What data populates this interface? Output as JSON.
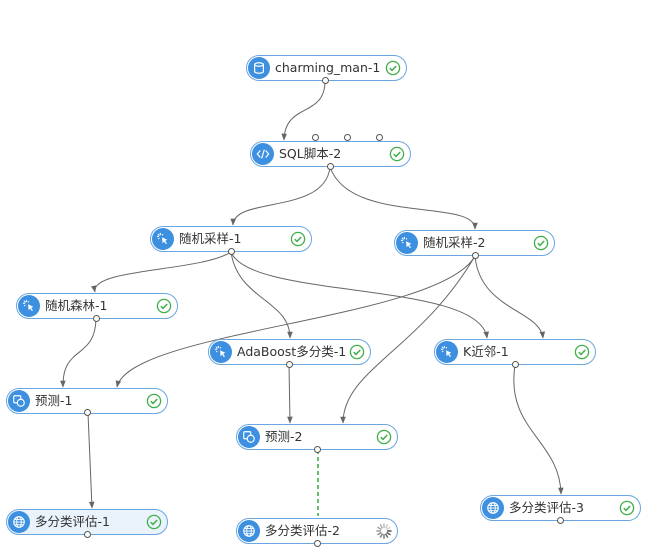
{
  "nodes": [
    {
      "id": "n1",
      "label": "charming_man-1",
      "icon": "database-icon",
      "status": "success"
    },
    {
      "id": "n2",
      "label": "SQL脚本-2",
      "icon": "code-icon",
      "status": "success"
    },
    {
      "id": "n3",
      "label": "随机采样-1",
      "icon": "click-icon",
      "status": "success"
    },
    {
      "id": "n4",
      "label": "随机采样-2",
      "icon": "click-icon",
      "status": "success"
    },
    {
      "id": "n5",
      "label": "随机森林-1",
      "icon": "click-icon",
      "status": "success"
    },
    {
      "id": "n6",
      "label": "AdaBoost多分类-1",
      "icon": "click-icon",
      "status": "success"
    },
    {
      "id": "n7",
      "label": "K近邻-1",
      "icon": "click-icon",
      "status": "success"
    },
    {
      "id": "n8",
      "label": "预测-1",
      "icon": "predict-icon",
      "status": "success"
    },
    {
      "id": "n9",
      "label": "预测-2",
      "icon": "predict-icon",
      "status": "success"
    },
    {
      "id": "n10",
      "label": "多分类评估-1",
      "icon": "globe-icon",
      "status": "success"
    },
    {
      "id": "n11",
      "label": "多分类评估-2",
      "icon": "globe-icon",
      "status": "running"
    },
    {
      "id": "n12",
      "label": "多分类评估-3",
      "icon": "globe-icon",
      "status": "success"
    }
  ],
  "colors": {
    "border": "#6aa6df",
    "icon_bg": "#3d8fdf",
    "success": "#3fae49",
    "edge": "#666666",
    "running_edge": "#3fae49"
  }
}
